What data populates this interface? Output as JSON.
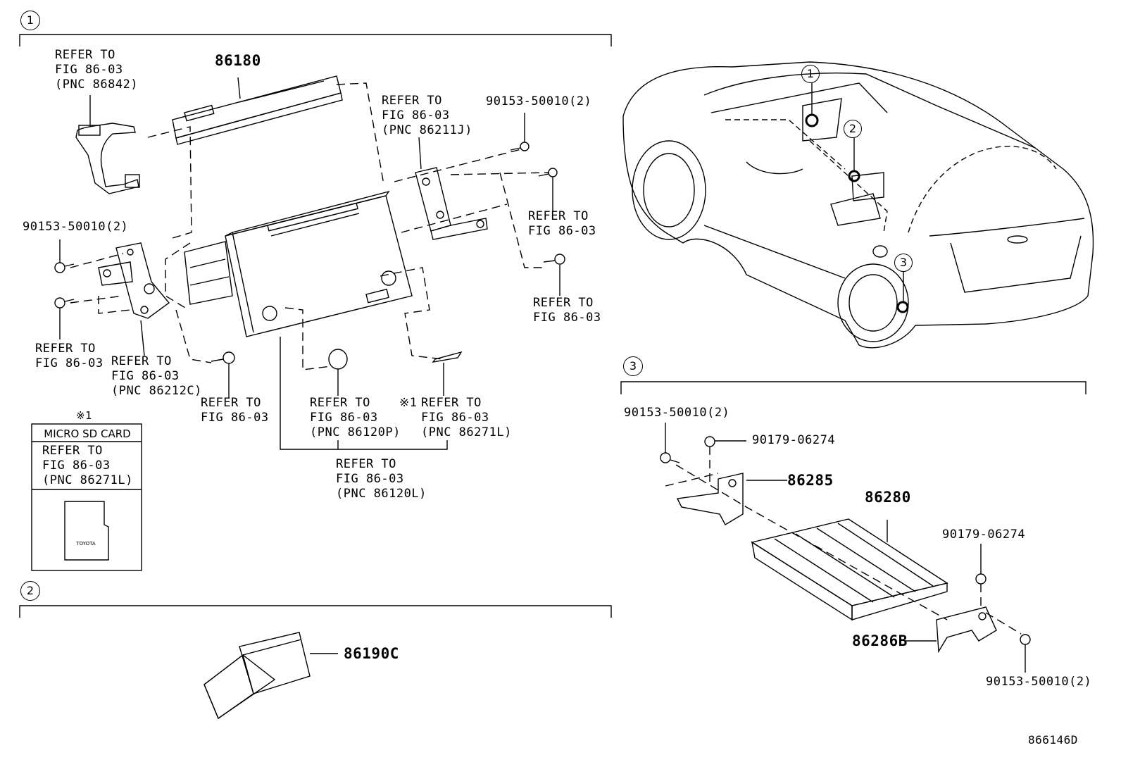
{
  "sections": {
    "s1": "1",
    "s2": "2",
    "s3": "3"
  },
  "car_markers": [
    "1",
    "2",
    "3"
  ],
  "parts": {
    "p86180": "86180",
    "p86190c": "86190C",
    "p86285": "86285",
    "p86280": "86280",
    "p86286b": "86286B"
  },
  "labels": {
    "refer_86842": "REFER TO\nFIG 86-03\n(PNC 86842)",
    "bolt_top_right": "90153-50010(2)",
    "refer_86211j": "REFER TO\nFIG 86-03\n(PNC 86211J)",
    "bolt_left": "90153-50010(2)",
    "refer_right_1": "REFER TO\nFIG 86-03",
    "refer_right_2": "REFER TO\nFIG 86-03",
    "refer_left_bolt": "REFER TO\nFIG 86-03",
    "refer_86212c": "REFER TO\nFIG 86-03\n(PNC 86212C)",
    "refer_screw": "REFER TO\nFIG 86-03",
    "refer_86120p": "REFER TO\nFIG 86-03\n(PNC 86120P)",
    "note_mark": "※1",
    "refer_86271l": "REFER TO\nFIG 86-03\n(PNC 86271L)",
    "refer_86120l": "REFER TO\nFIG 86-03\n(PNC 86120L)",
    "sd_note_mark": "※1",
    "sd_title": "MICRO SD CARD",
    "sd_refer": "REFER TO\nFIG 86-03\n(PNC 86271L)",
    "sd_brand": "TOYOTA",
    "s3_bolt_top": "90153-50010(2)",
    "s3_nut_top": "90179-06274",
    "s3_nut_right": "90179-06274",
    "s3_bolt_bottom": "90153-50010(2)"
  },
  "figure_id": "866146D"
}
